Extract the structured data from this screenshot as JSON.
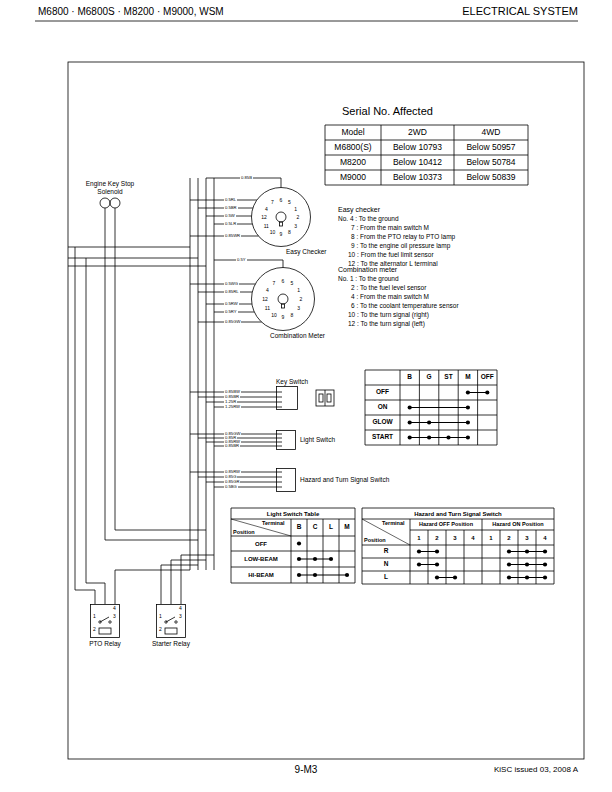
{
  "diagram": {
    "nodes": [
      {
        "text": [
          "Engine Key Stop Solenoid"
        ]
      },
      {
        "text": [
          "Easy Checker"
        ]
      },
      {
        "text": [
          "Combination Meter"
        ]
      },
      {
        "text": [
          "Key Switch"
        ]
      },
      {
        "text": [
          "Light Switch"
        ]
      },
      {
        "text": [
          "Hazard and Turn Signal Switch"
        ]
      },
      {
        "text": [
          "PTO Relay"
        ]
      },
      {
        "text": [
          "Starter Relay"
        ]
      }
    ],
    "labels": [
      "M6800 · M6800S · M8200 · M9000, WSM",
      "ELECTRICAL SYSTEM",
      "9-M3",
      "KiSC issued 03, 2008 A",
      "Serial No. Affected",
      "Model",
      "2WD",
      "4WD",
      "M6800(S)",
      "Below 10793",
      "Below 50957",
      "M8200",
      "Below 10412",
      "Below 50784",
      "M9000",
      "Below 10373",
      "Below 50839",
      "Easy checker",
      "No. 4 : To the ground",
      "7 : From the main switch M",
      "8 : From the PTO relay to PTO lamp",
      "9 : To the engine oil pressure lamp",
      "10 : From the fuel limit sensor",
      "12 : To the alternator L terminal",
      "Combination meter",
      "No. 1 : To the ground",
      "2 : To the fuel level sensor",
      "4 : From the main switch M",
      "6 : To the coolant temperature sensor",
      "10 : To the turn signal (right)",
      "12 : To the turn signal (left)",
      "B",
      "G",
      "ST",
      "M",
      "OFF",
      "OFF",
      "ON",
      "GLOW",
      "START",
      "Light Switch Table",
      "Terminal",
      "Position",
      "B",
      "C",
      "L",
      "M",
      "OFF",
      "LOW-BEAM",
      "HI-BEAM",
      "Hazard and Turn Signal Switch",
      "Hazard OFF Position",
      "Hazard ON Position",
      "Terminal",
      "Position",
      "1",
      "2",
      "3",
      "4",
      "1",
      "2",
      "3",
      "4",
      "R",
      "N",
      "L",
      "0.85B",
      "0.5RL",
      "0.5BR",
      "0.5W",
      "0.5LR",
      "0.85WR",
      "0.5Y",
      "0.5WG",
      "0.85RL",
      "0.5RW",
      "0.5RY",
      "0.85GW",
      "0.85BW",
      "0.85BR",
      "1.25R",
      "1.25RW",
      "0.85GW",
      "0.85R",
      "0.85RW",
      "0.85BR",
      "0.85RW",
      "0.85G",
      "0.85GR",
      "0.5BG",
      "6",
      "5",
      "1",
      "2",
      "3",
      "8",
      "9",
      "10",
      "11",
      "12",
      "4",
      "7",
      "6",
      "5",
      "1",
      "2",
      "3",
      "8",
      "9",
      "10",
      "11",
      "12",
      "4",
      "7",
      "4",
      "1",
      "3",
      "2",
      "4",
      "1",
      "3",
      "2"
    ]
  }
}
